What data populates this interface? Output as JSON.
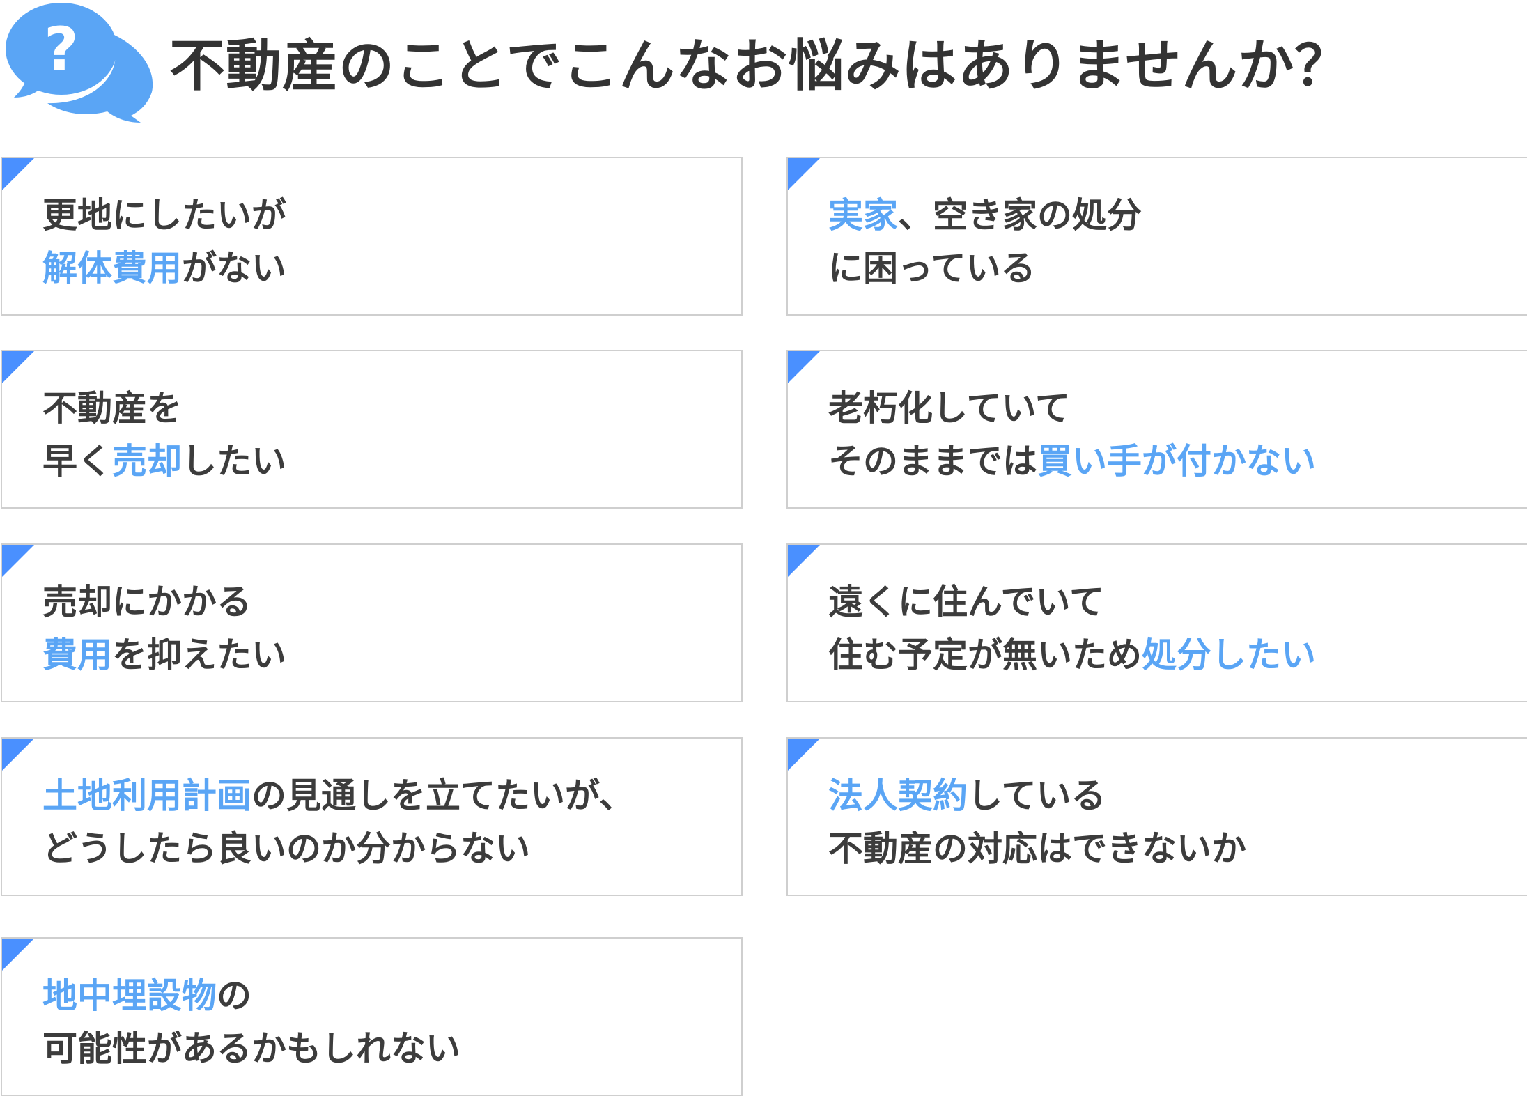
{
  "header": {
    "icon": "question-speech-bubbles-icon",
    "icon_color": "#5aa5f5",
    "title": "不動産のことでこんなお悩みはありませんか？"
  },
  "colors": {
    "text": "#3c3c3c",
    "highlight": "#5aa5f5",
    "corner_accent": "#4a90ff",
    "card_border": "#cfcfcf"
  },
  "cards": [
    {
      "lines": [
        [
          {
            "t": "更地にしたいが",
            "hl": false
          }
        ],
        [
          {
            "t": "解体費用",
            "hl": true
          },
          {
            "t": "がない",
            "hl": false
          }
        ]
      ]
    },
    {
      "lines": [
        [
          {
            "t": "実家",
            "hl": true
          },
          {
            "t": "、空き家の処分",
            "hl": false
          }
        ],
        [
          {
            "t": "に困っている",
            "hl": false
          }
        ]
      ]
    },
    {
      "lines": [
        [
          {
            "t": "不動産を",
            "hl": false
          }
        ],
        [
          {
            "t": "早く",
            "hl": false
          },
          {
            "t": "売却",
            "hl": true
          },
          {
            "t": "したい",
            "hl": false
          }
        ]
      ]
    },
    {
      "lines": [
        [
          {
            "t": "老朽化していて",
            "hl": false
          }
        ],
        [
          {
            "t": "そのままでは",
            "hl": false
          },
          {
            "t": "買い手が付かない",
            "hl": true
          }
        ]
      ]
    },
    {
      "lines": [
        [
          {
            "t": "売却にかかる",
            "hl": false
          }
        ],
        [
          {
            "t": "費用",
            "hl": true
          },
          {
            "t": "を抑えたい",
            "hl": false
          }
        ]
      ]
    },
    {
      "lines": [
        [
          {
            "t": "遠くに住んでいて",
            "hl": false
          }
        ],
        [
          {
            "t": "住む予定が無いため",
            "hl": false
          },
          {
            "t": "処分したい",
            "hl": true
          }
        ]
      ]
    },
    {
      "lines": [
        [
          {
            "t": "土地利用計画",
            "hl": true
          },
          {
            "t": "の見通しを立てたいが、",
            "hl": false
          }
        ],
        [
          {
            "t": "どうしたら良いのか分からない",
            "hl": false
          }
        ]
      ]
    },
    {
      "lines": [
        [
          {
            "t": "法人契約",
            "hl": true
          },
          {
            "t": "している",
            "hl": false
          }
        ],
        [
          {
            "t": "不動産の対応はできないか",
            "hl": false
          }
        ]
      ]
    },
    {
      "lines": [
        [
          {
            "t": "地中埋設物",
            "hl": true
          },
          {
            "t": "の",
            "hl": false
          }
        ],
        [
          {
            "t": "可能性があるかもしれない",
            "hl": false
          }
        ]
      ]
    }
  ]
}
